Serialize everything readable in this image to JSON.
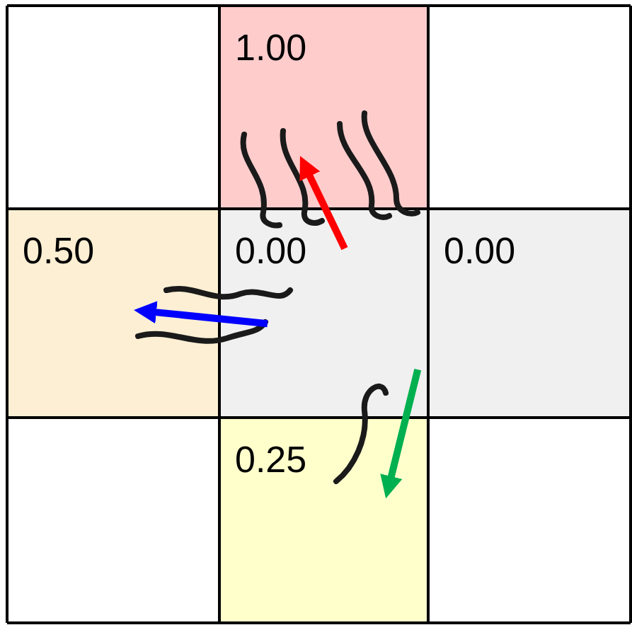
{
  "diagram": {
    "nodes": [
      {
        "text": [
          "1.00"
        ]
      },
      {
        "text": [
          "0.50"
        ]
      },
      {
        "text": [
          "0.00"
        ]
      },
      {
        "text": [
          "0.00"
        ]
      },
      {
        "text": [
          "0.25"
        ]
      }
    ],
    "edges": [
      {
        "from": 2,
        "to": 0,
        "arrow": "to"
      },
      {
        "from": 2,
        "to": 1,
        "arrow": "to"
      },
      {
        "from": 2,
        "to": 4,
        "arrow": "to"
      }
    ]
  }
}
